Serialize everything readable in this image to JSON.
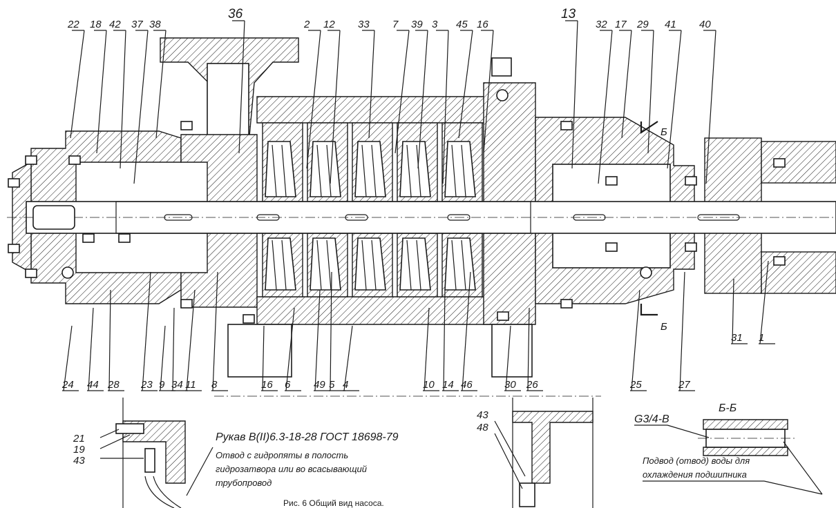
{
  "labels_top": [
    "22",
    "18",
    "42",
    "37",
    "38",
    "36",
    "2",
    "12",
    "33",
    "7",
    "39",
    "3",
    "45",
    "16",
    "13",
    "32",
    "17",
    "29",
    "41",
    "40"
  ],
  "labels_bottom": [
    "24",
    "44",
    "28",
    "23",
    "9",
    "34",
    "11",
    "8",
    "16",
    "6",
    "49",
    "5",
    "4",
    "10",
    "14",
    "46",
    "30",
    "26",
    "25",
    "27",
    "31",
    "1"
  ],
  "section_marks": [
    "Б",
    "Б"
  ],
  "detail_left_labels": [
    "21",
    "19",
    "43"
  ],
  "detail_mid_labels": [
    "43",
    "48"
  ],
  "hose_text": "Рукав В(II)6.3-18-28 ГОСТ 18698-79",
  "drain_note": [
    "Отвод с гидропяты в полость",
    "гидрозатвора или во всасывающий",
    "трубопровод"
  ],
  "section_title": "Б-Б",
  "thread_label": "G3/4-B",
  "cooling_note": [
    "Подвод (отвод) воды для",
    "охлаждения подшипника"
  ],
  "caption": "Рис. 6 Общий вид насоса.",
  "colors": {
    "ink": "#1a1a1a",
    "background": "#ffffff"
  }
}
